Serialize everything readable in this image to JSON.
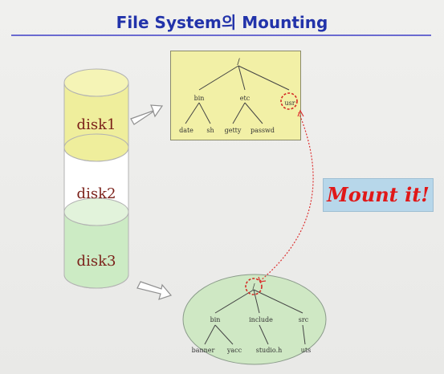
{
  "title": "File System의 Mounting",
  "disks": [
    {
      "label": "disk1",
      "color": "#efee9c"
    },
    {
      "label": "disk2",
      "color": "#ffffff"
    },
    {
      "label": "disk3",
      "color": "#ccebc4"
    }
  ],
  "mount_label": "Mount it!",
  "top_tree": {
    "root": "/",
    "bin": "bin",
    "etc": "etc",
    "usr": "usr",
    "bin_children": [
      "date",
      "sh"
    ],
    "etc_children": [
      "getty",
      "passwd"
    ]
  },
  "bottom_tree": {
    "root": "/",
    "bin": "bin",
    "include": "include",
    "src": "src",
    "bin_children": [
      "banner",
      "yacc"
    ],
    "include_children": [
      "studio.h"
    ],
    "src_children": [
      "uts"
    ]
  },
  "colors": {
    "title": "#2233aa",
    "disk1_fill": "#efee9c",
    "disk3_fill": "#ccebc4",
    "top_box": "#f2f0a6",
    "bottom_ellipse": "#cfe8c4",
    "mount_box": "#b7d7ea",
    "mount_text": "#e01818",
    "mount_link": "#d33"
  },
  "icons": {
    "arrow_top": "hollow-arrow-right-icon",
    "arrow_bottom": "hollow-arrow-right-icon",
    "mount_marker": "dashed-circle-icon"
  }
}
